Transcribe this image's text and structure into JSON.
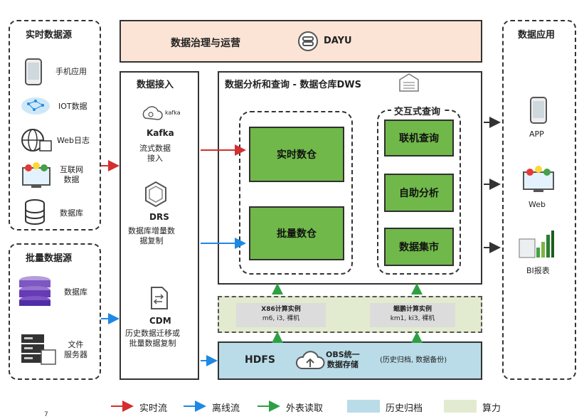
{
  "governance": {
    "title": "数据治理与运营",
    "brand": "DAYU"
  },
  "realtime_source": {
    "title": "实时数据源",
    "items": [
      {
        "label": "手机应用"
      },
      {
        "label": "IOT数据"
      },
      {
        "label": "Web日志"
      },
      {
        "label": "互联网\n数据"
      },
      {
        "label": "数据库"
      }
    ]
  },
  "batch_source": {
    "title": "批量数据源",
    "items": [
      {
        "label": "数据库"
      },
      {
        "label": "文件\n服务器"
      }
    ]
  },
  "ingestion": {
    "title": "数据接入",
    "kafka": {
      "logo_text": "kafka",
      "name": "Kafka",
      "desc": "流式数据\n接入"
    },
    "drs": {
      "name": "DRS",
      "desc": "数据库增量数\n据复制"
    },
    "cdm": {
      "name": "CDM",
      "desc": "历史数据迁移或\n批量数据复制"
    }
  },
  "analysis": {
    "title": "数据分析和查询 - 数据仓库DWS",
    "realtime_dw": "实时数仓",
    "batch_dw": "批量数仓",
    "interactive": {
      "title": "交互式查询",
      "items": [
        "联机查询",
        "自助分析",
        "数据集市"
      ]
    }
  },
  "compute": {
    "x86": {
      "title": "X86计算实例",
      "detail": "m6, i3, 裸机"
    },
    "kunpeng": {
      "title": "鲲鹏计算实例",
      "detail": "km1, ki3, 裸机"
    }
  },
  "storage": {
    "hdfs": "HDFS",
    "obs": "OBS统一\n数据存储",
    "note": "(历史归档, 数据备份)"
  },
  "apps": {
    "title": "数据应用",
    "items": [
      {
        "label": "APP"
      },
      {
        "label": "Web"
      },
      {
        "label": "BI报表"
      }
    ]
  },
  "legend": {
    "realtime": "实时流",
    "offline": "离线流",
    "external": "外表读取",
    "archive": "历史归档",
    "compute": "算力"
  },
  "colors": {
    "green_box": "#70b84a",
    "governance_bg": "#fbe4d5",
    "compute_bg": "#e2ebcf",
    "storage_bg": "#b9dce8",
    "realtime_arrow": "#d32f2f",
    "offline_arrow": "#1e88e5",
    "external_arrow": "#2ea043"
  },
  "page_number": "7"
}
